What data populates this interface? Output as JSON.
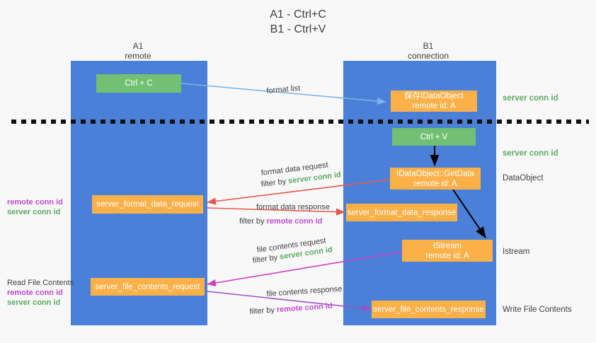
{
  "title": "A1 - Ctrl+C\nB1 - Ctrl+V",
  "columns": [
    {
      "name": "A1",
      "sub": "remote"
    },
    {
      "name": "B1",
      "sub": "connection"
    }
  ],
  "boxes": {
    "ctrl_c": "Ctrl + C",
    "ctrl_v": "Ctrl + V",
    "save_idataobject": {
      "line1": "保存IDataObject",
      "line2": "remote id: A"
    },
    "getdata": {
      "line1": "IDataObject::GetData",
      "line2": "remote id: A"
    },
    "istream": {
      "line1": "IStream",
      "line2": "remote id: A"
    },
    "server_format_data_request": "server_format_data_request",
    "server_format_data_response": "server_format_data_response",
    "server_file_contents_request": "server_file_contents_request",
    "server_file_contents_response": "server_file_contents_response"
  },
  "wire_labels": {
    "format_list": "format list",
    "format_data_request": "format data request",
    "format_data_request_filter_prefix": "filter by ",
    "format_data_request_filter_value": "server conn id",
    "format_data_response": "format data response",
    "format_data_response_filter_prefix": "filter by ",
    "format_data_response_filter_value": "remote conn id",
    "file_contents_request": "file contents request",
    "file_contents_request_filter_prefix": "filter by ",
    "file_contents_request_filter_value": "server conn id",
    "file_contents_response": "file contents response",
    "file_contents_response_filter_prefix": "filter by ",
    "file_contents_response_filter_value": "remote conn id"
  },
  "right_labels": {
    "server_conn_id_1": "server conn id",
    "server_conn_id_2": "server conn id",
    "dataobject": "DataObject",
    "istream": "Istream",
    "write_file_contents": "Write File Contents"
  },
  "left_labels": {
    "group1_remote": "remote conn id",
    "group1_server": "server conn id",
    "read_file_contents": "Read File Contents",
    "group2_remote": "remote conn id",
    "group2_server": "server conn id"
  },
  "colors": {
    "lane": "#4a80d8",
    "green_box": "#72c073",
    "orange_box": "#fbb048",
    "green_text": "#5aab5f",
    "purple_text": "#c04bd0",
    "blue_arrow": "#7fb0e8",
    "red_arrow": "#e8564a",
    "magenta_arrow": "#cc3fc0",
    "purple_arrow": "#9b51c7",
    "black_arrow": "#000000",
    "background": "#f8f8f8"
  }
}
